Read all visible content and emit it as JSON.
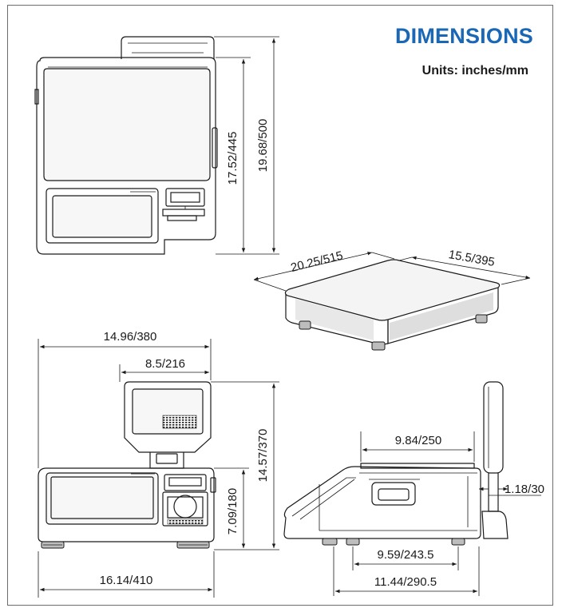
{
  "header": {
    "title": "DIMENSIONS",
    "units": "Units: inches/mm"
  },
  "dimensions": {
    "front_height_inner": "17.52/445",
    "front_height_outer": "19.68/500",
    "platter_length": "20.25/515",
    "platter_width": "15.5/395",
    "overall_width": "14.96/380",
    "display_width": "8.5/216",
    "overall_height": "14.57/370",
    "base_height": "7.09/180",
    "base_width": "16.14/410",
    "side_platter_length": "9.84/250",
    "pole_width": "1.18/30",
    "foot_spacing": "9.59/243.5",
    "side_depth": "11.44/290.5"
  },
  "colors": {
    "title": "#1a67b5",
    "line": "#1a1a1a",
    "frame": "#6d6d6d"
  }
}
